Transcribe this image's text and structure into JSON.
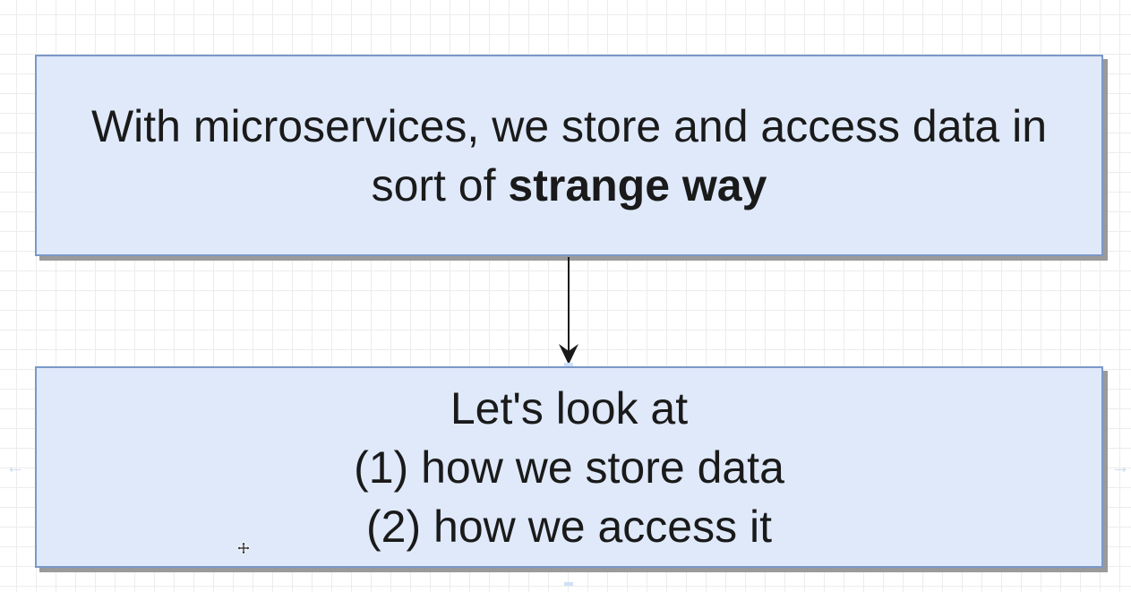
{
  "diagram": {
    "top_box": {
      "line1": "With microservices, we store and access data in",
      "line2_prefix": "sort of ",
      "line2_bold": "strange way"
    },
    "bottom_box": {
      "line1": "Let's look at",
      "line2": "(1) how we store data",
      "line3": "(2) how we access it"
    }
  },
  "colors": {
    "box_fill": "#dfe9fa",
    "box_border": "#7b98c8",
    "shadow": "#9a9a9a",
    "arrow": "#1a1a1a",
    "text": "#1a1a1a"
  },
  "icons": {
    "connector_arrowhead": "arrow-down-icon",
    "cursor": "move-cursor-icon"
  }
}
